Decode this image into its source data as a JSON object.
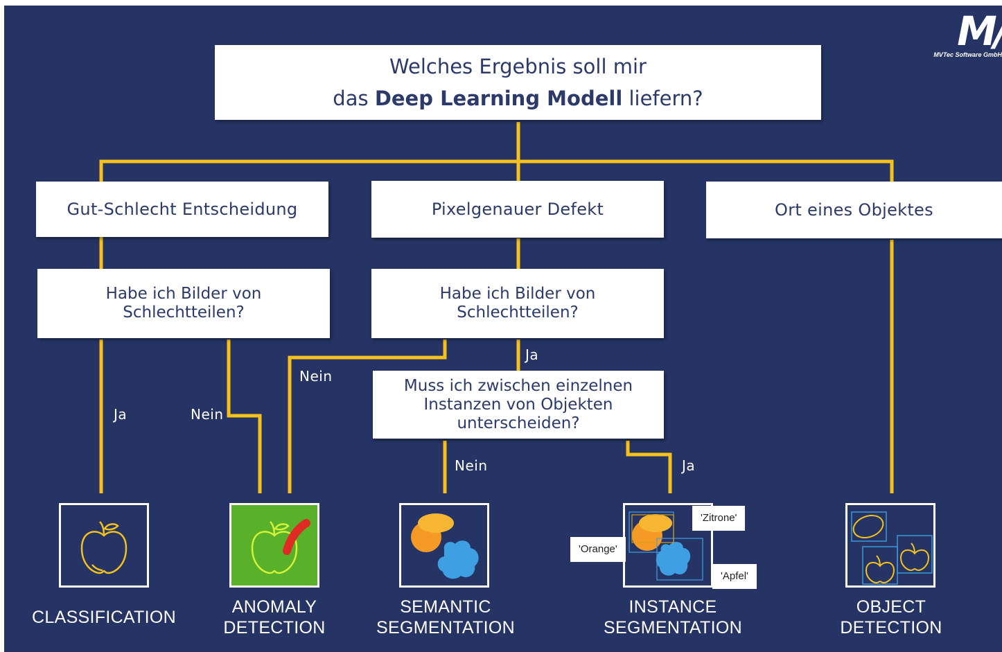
{
  "logo": {
    "mark": "M/",
    "subtitle": "MVTec Software GmbH"
  },
  "question_main": {
    "line1": "Welches Ergebnis soll mir",
    "line2_pre": "das ",
    "line2_bold": "Deep Learning Modell",
    "line2_post": " liefern?"
  },
  "categories": {
    "left": "Gut-Schlecht Entscheidung",
    "middle": "Pixelgenauer Defekt",
    "right": "Ort eines Objektes"
  },
  "questions": {
    "left": {
      "line1": "Habe ich Bilder von",
      "line2": "Schlechtteilen?"
    },
    "middle": {
      "line1": "Habe ich Bilder von",
      "line2": "Schlechtteilen?"
    },
    "instances": {
      "line1": "Muss ich zwischen einzelnen",
      "line2": "Instanzen von Objekten",
      "line3": "unterscheiden?"
    }
  },
  "edge_labels": {
    "left_yes": "Ja",
    "left_no": "Nein",
    "middle_no": "Nein",
    "middle_yes": "Ja",
    "instances_no": "Nein",
    "instances_yes": "Ja"
  },
  "results": {
    "classification": {
      "line1": "CLASSIFICATION"
    },
    "anomaly": {
      "line1": "ANOMALY",
      "line2": "DETECTION"
    },
    "semantic": {
      "line1": "SEMANTIC",
      "line2": "SEGMENTATION"
    },
    "instance": {
      "line1": "INSTANCE",
      "line2": "SEGMENTATION"
    },
    "object": {
      "line1": "OBJECT",
      "line2": "DETECTION"
    }
  },
  "instance_tags": {
    "lemon": "'Zitrone'",
    "orange": "'Orange'",
    "apple": "'Apfel'"
  },
  "icons": {
    "classification": "apple-outline-icon",
    "anomaly": "apple-with-worm-icon",
    "semantic": "fruit-segmentation-icon",
    "instance": "fruit-instance-segmentation-icon",
    "object": "fruit-bounding-boxes-icon"
  },
  "colors": {
    "background": "#253465",
    "connector": "#f5c11a",
    "box_text": "#2b3a6b",
    "anomaly_green": "#58b128",
    "worm_red": "#e02a24",
    "orange_fruit": "#f59a24",
    "lemon_fruit": "#f7b733",
    "apple_blue": "#3ea0e2"
  }
}
